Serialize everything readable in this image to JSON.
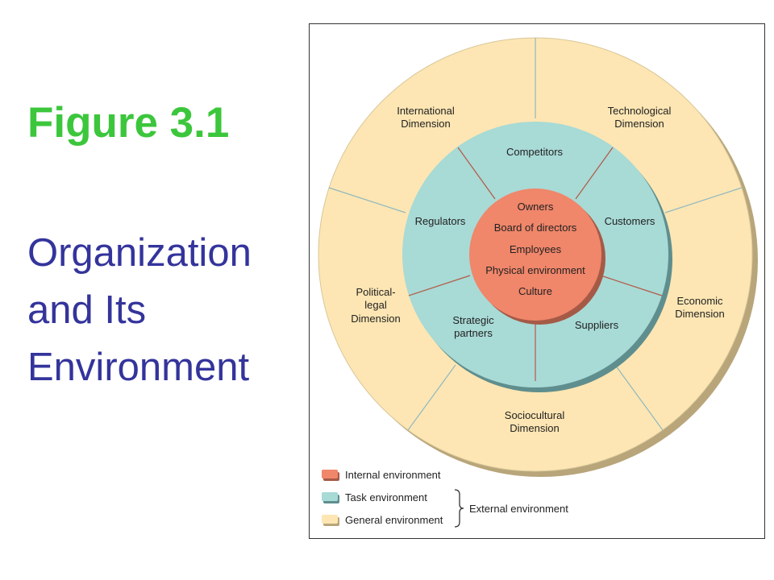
{
  "figure_number": "Figure 3.1",
  "title_lines": [
    "Organization",
    "and Its",
    "Environment"
  ],
  "general_dimensions": {
    "international": [
      "International",
      "Dimension"
    ],
    "technological": [
      "Technological",
      "Dimension"
    ],
    "economic": [
      "Economic",
      "Dimension"
    ],
    "sociocultural": [
      "Sociocultural",
      "Dimension"
    ],
    "political_legal": [
      "Political-",
      "legal",
      "Dimension"
    ]
  },
  "task_segments": {
    "competitors": [
      "Competitors"
    ],
    "customers": [
      "Customers"
    ],
    "suppliers": [
      "Suppliers"
    ],
    "strategic_partners": [
      "Strategic",
      "partners"
    ],
    "regulators": [
      "Regulators"
    ]
  },
  "internal_items": [
    "Owners",
    "Board of directors",
    "Employees",
    "Physical environment",
    "Culture"
  ],
  "legend": {
    "internal": "Internal environment",
    "task": "Task environment",
    "general": "General environment",
    "external": "External environment"
  },
  "colors": {
    "figure_number": "#3cc63c",
    "title": "#34349c",
    "internal": "#f0866a",
    "task": "#a8dad6",
    "general": "#fde6b3"
  }
}
